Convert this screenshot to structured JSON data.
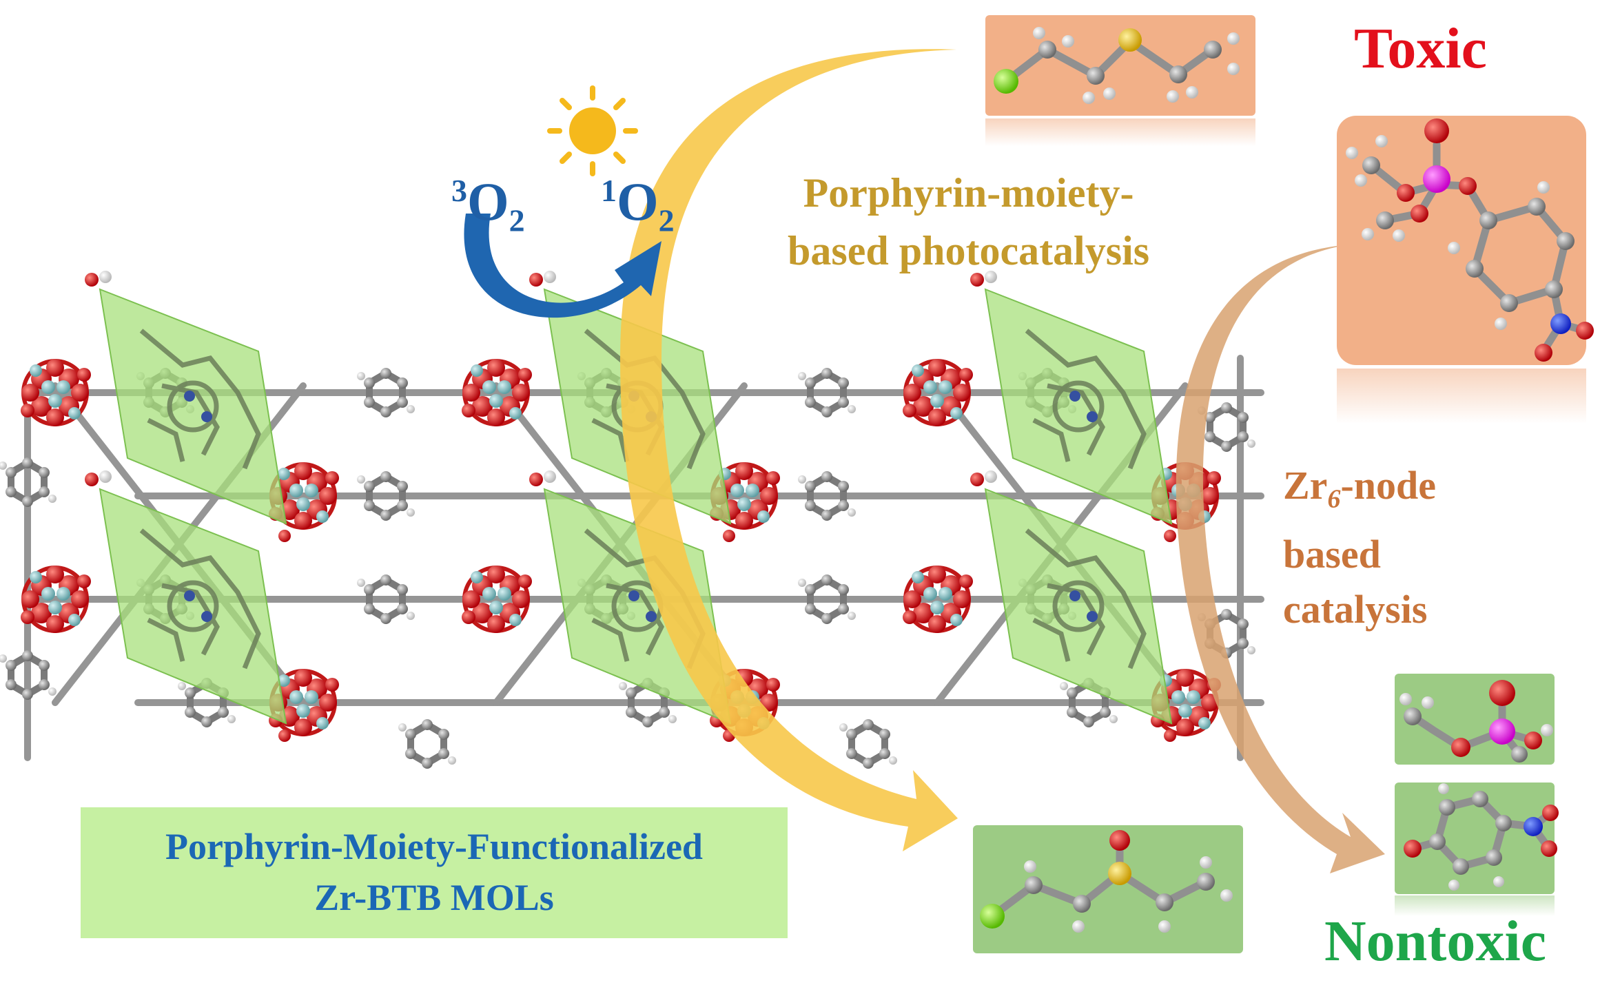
{
  "labels": {
    "toxic": "Toxic",
    "nontoxic": "Nontoxic",
    "photocatalysis_line1": "Porphyrin-moiety-",
    "photocatalysis_line2": "based photocatalysis",
    "zr_prefix": "Zr",
    "zr_subscript": "6",
    "zr_suffix": "-node",
    "zr_line2": "based",
    "zr_line3": "catalysis",
    "mol_line1": "Porphyrin-Moiety-Functionalized",
    "mol_line2": "Zr-BTB MOLs",
    "triplet_sup": "3",
    "singlet_sup": "1",
    "oxygen": "O",
    "oxygen_sub": "2"
  },
  "colors": {
    "toxic": "#e3101c",
    "nontoxic": "#1ea64a",
    "photocatalysis": "#c49a2c",
    "zr_node": "#c8743a",
    "mol_text": "#1b67b5",
    "oxygen": "#1f5fa6",
    "yellow_arrow": "#f7c84a",
    "brown_arrow": "#d8a270",
    "sun": "#f5b91c",
    "toxic_box": "#f2b088",
    "safe_box": "#9ccb84",
    "porphyrin_plane": "#a8e07c",
    "carbon": "#8a8a8a",
    "oxygen_atom": "#d8161c",
    "zirconium": "#7fbcc0",
    "hydrogen": "#f2f2f2"
  }
}
